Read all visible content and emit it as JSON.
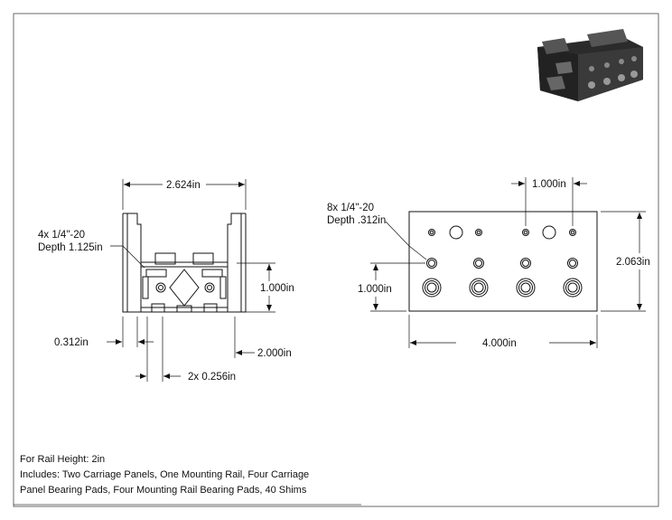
{
  "notes": {
    "line1": "For Rail Height: 2in",
    "line2": "Includes: Two Carriage Panels, One Mounting Rail, Four Carriage",
    "line3": "Panel Bearing Pads, Four Mounting Rail Bearing Pads, 40 Shims"
  },
  "front_view": {
    "width_dim": "2.624in",
    "hole_callout_1": "4x 1/4\"-20",
    "hole_callout_2": "Depth 1.125in",
    "height_dim": "1.000in",
    "offset_dim": "0.312in",
    "rail_dim": "2.000in",
    "spacing_dim": "2x 0.256in"
  },
  "side_view": {
    "hole_callout_1": "8x 1/4\"-20",
    "hole_callout_2": "Depth .312in",
    "top_spacing_dim": "1.000in",
    "height_dim": "2.063in",
    "left_height_dim": "1.000in",
    "width_dim": "4.000in"
  },
  "colors": {
    "line": "#111111",
    "panel_fill": "#ffffff",
    "iso_dark": "#2b2b2b"
  }
}
